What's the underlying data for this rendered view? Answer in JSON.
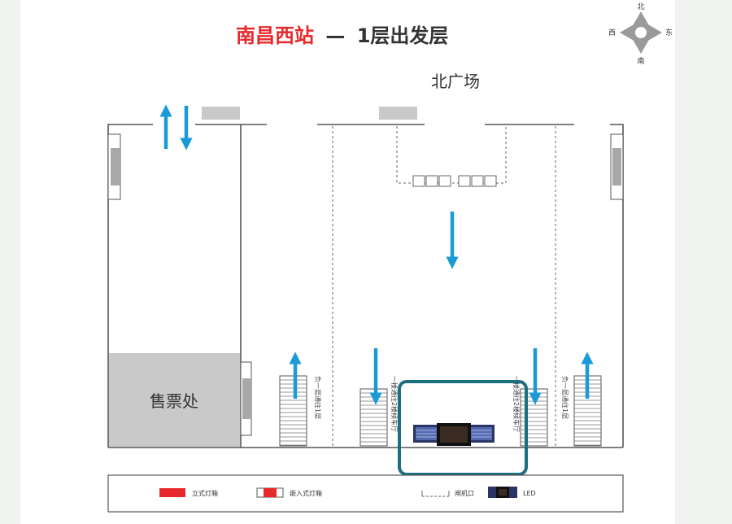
{
  "title": {
    "station": "南昌西站",
    "separator": "—",
    "floor": "1层出发层",
    "station_color": "#e8292c",
    "floor_color": "#333333"
  },
  "compass": {
    "north": "北",
    "south": "南",
    "east": "东",
    "west": "西",
    "color": "#9a9a9a"
  },
  "plaza_label": "北广场",
  "ticket_office": "售票处",
  "stair_labels": {
    "left_outer": "负一层通往1层",
    "left_inner": "一楼通往2楼候车厅",
    "right_inner": "一楼通往2楼候车厅",
    "right_outer": "负一层通往1层"
  },
  "legend": {
    "standing_lightbox": "立式灯箱",
    "embedded_lightbox": "嵌入式灯箱",
    "gate": "闸机口",
    "led": "LED"
  },
  "colors": {
    "arrow": "#1a9ad6",
    "highlight": "#1b6f7f",
    "lightbox_red": "#e8292c",
    "wall": "#555555",
    "gray_block": "#c9c9c9",
    "led_blue": "#3d4c8f"
  }
}
